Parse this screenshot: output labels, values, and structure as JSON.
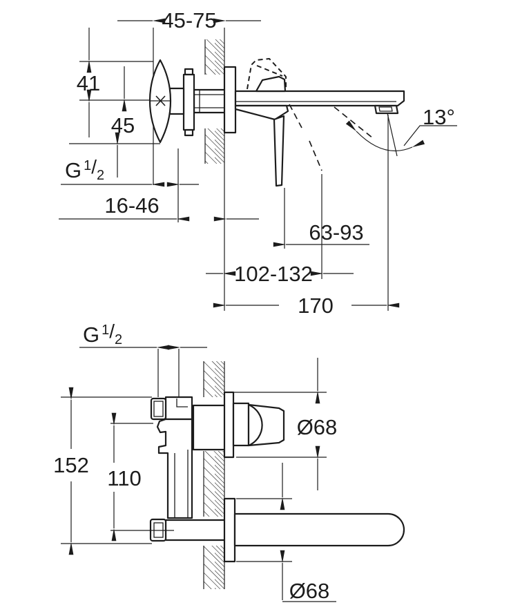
{
  "drawing": {
    "background": "#ffffff",
    "line_color": "#1c1c1c"
  },
  "labels": {
    "top": {
      "depth_range": "45-75",
      "handle_width_upper": "41",
      "handle_width_lower": "45",
      "thread": {
        "letter": "G",
        "numerator": "1",
        "slash": "/",
        "denominator": "2"
      },
      "union_range": "16-46",
      "spray_angle": "13°",
      "aerator_range": "63-93",
      "lever_range": "102-132",
      "spout_length": "170"
    },
    "bottom": {
      "thread": {
        "letter": "G",
        "numerator": "1",
        "slash": "/",
        "denominator": "2"
      },
      "body_height": "152",
      "axis_spacing": "110",
      "handle_rosette_diameter": "Ø68",
      "spout_rosette_diameter": "Ø68"
    }
  }
}
